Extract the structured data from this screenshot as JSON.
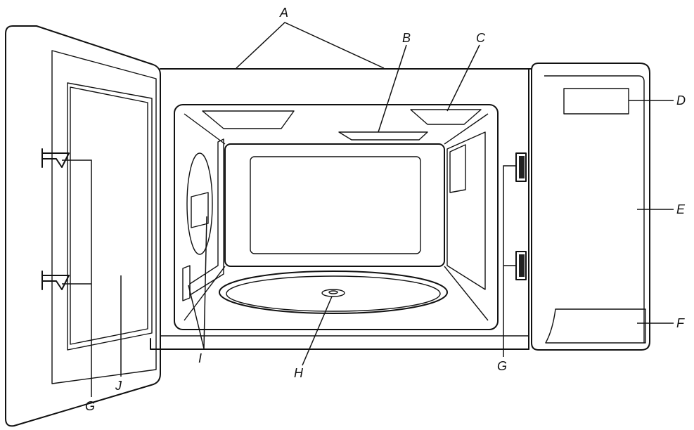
{
  "colors": {
    "outline": "#111111",
    "glass": "#b3b3b3",
    "background": "#ffffff"
  },
  "labels": {
    "A": "A",
    "B": "B",
    "C": "C",
    "D": "D",
    "E": "E",
    "F": "F",
    "G": "G",
    "H": "H",
    "I": "I",
    "J": "J"
  }
}
